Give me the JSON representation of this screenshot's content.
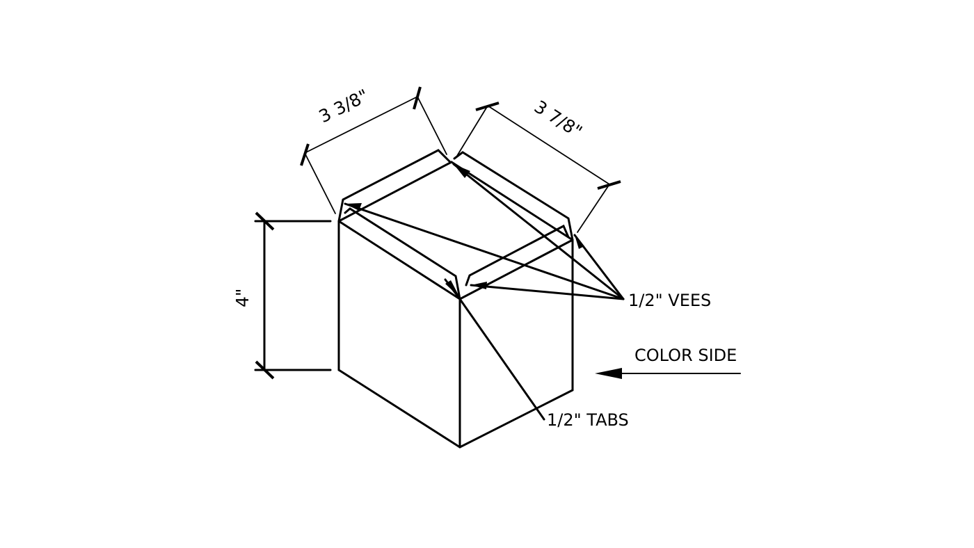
{
  "drawing": {
    "title": "Isometric box layout",
    "background": "#ffffff",
    "line_color": "#000000"
  },
  "dimensions": {
    "width_left": "3 3/8\"",
    "width_right": "3 7/8\"",
    "height": "4\""
  },
  "callouts": {
    "vees": "1/2\" VEES",
    "tabs": "1/2\" TABS",
    "color_side": "COLOR SIDE"
  }
}
